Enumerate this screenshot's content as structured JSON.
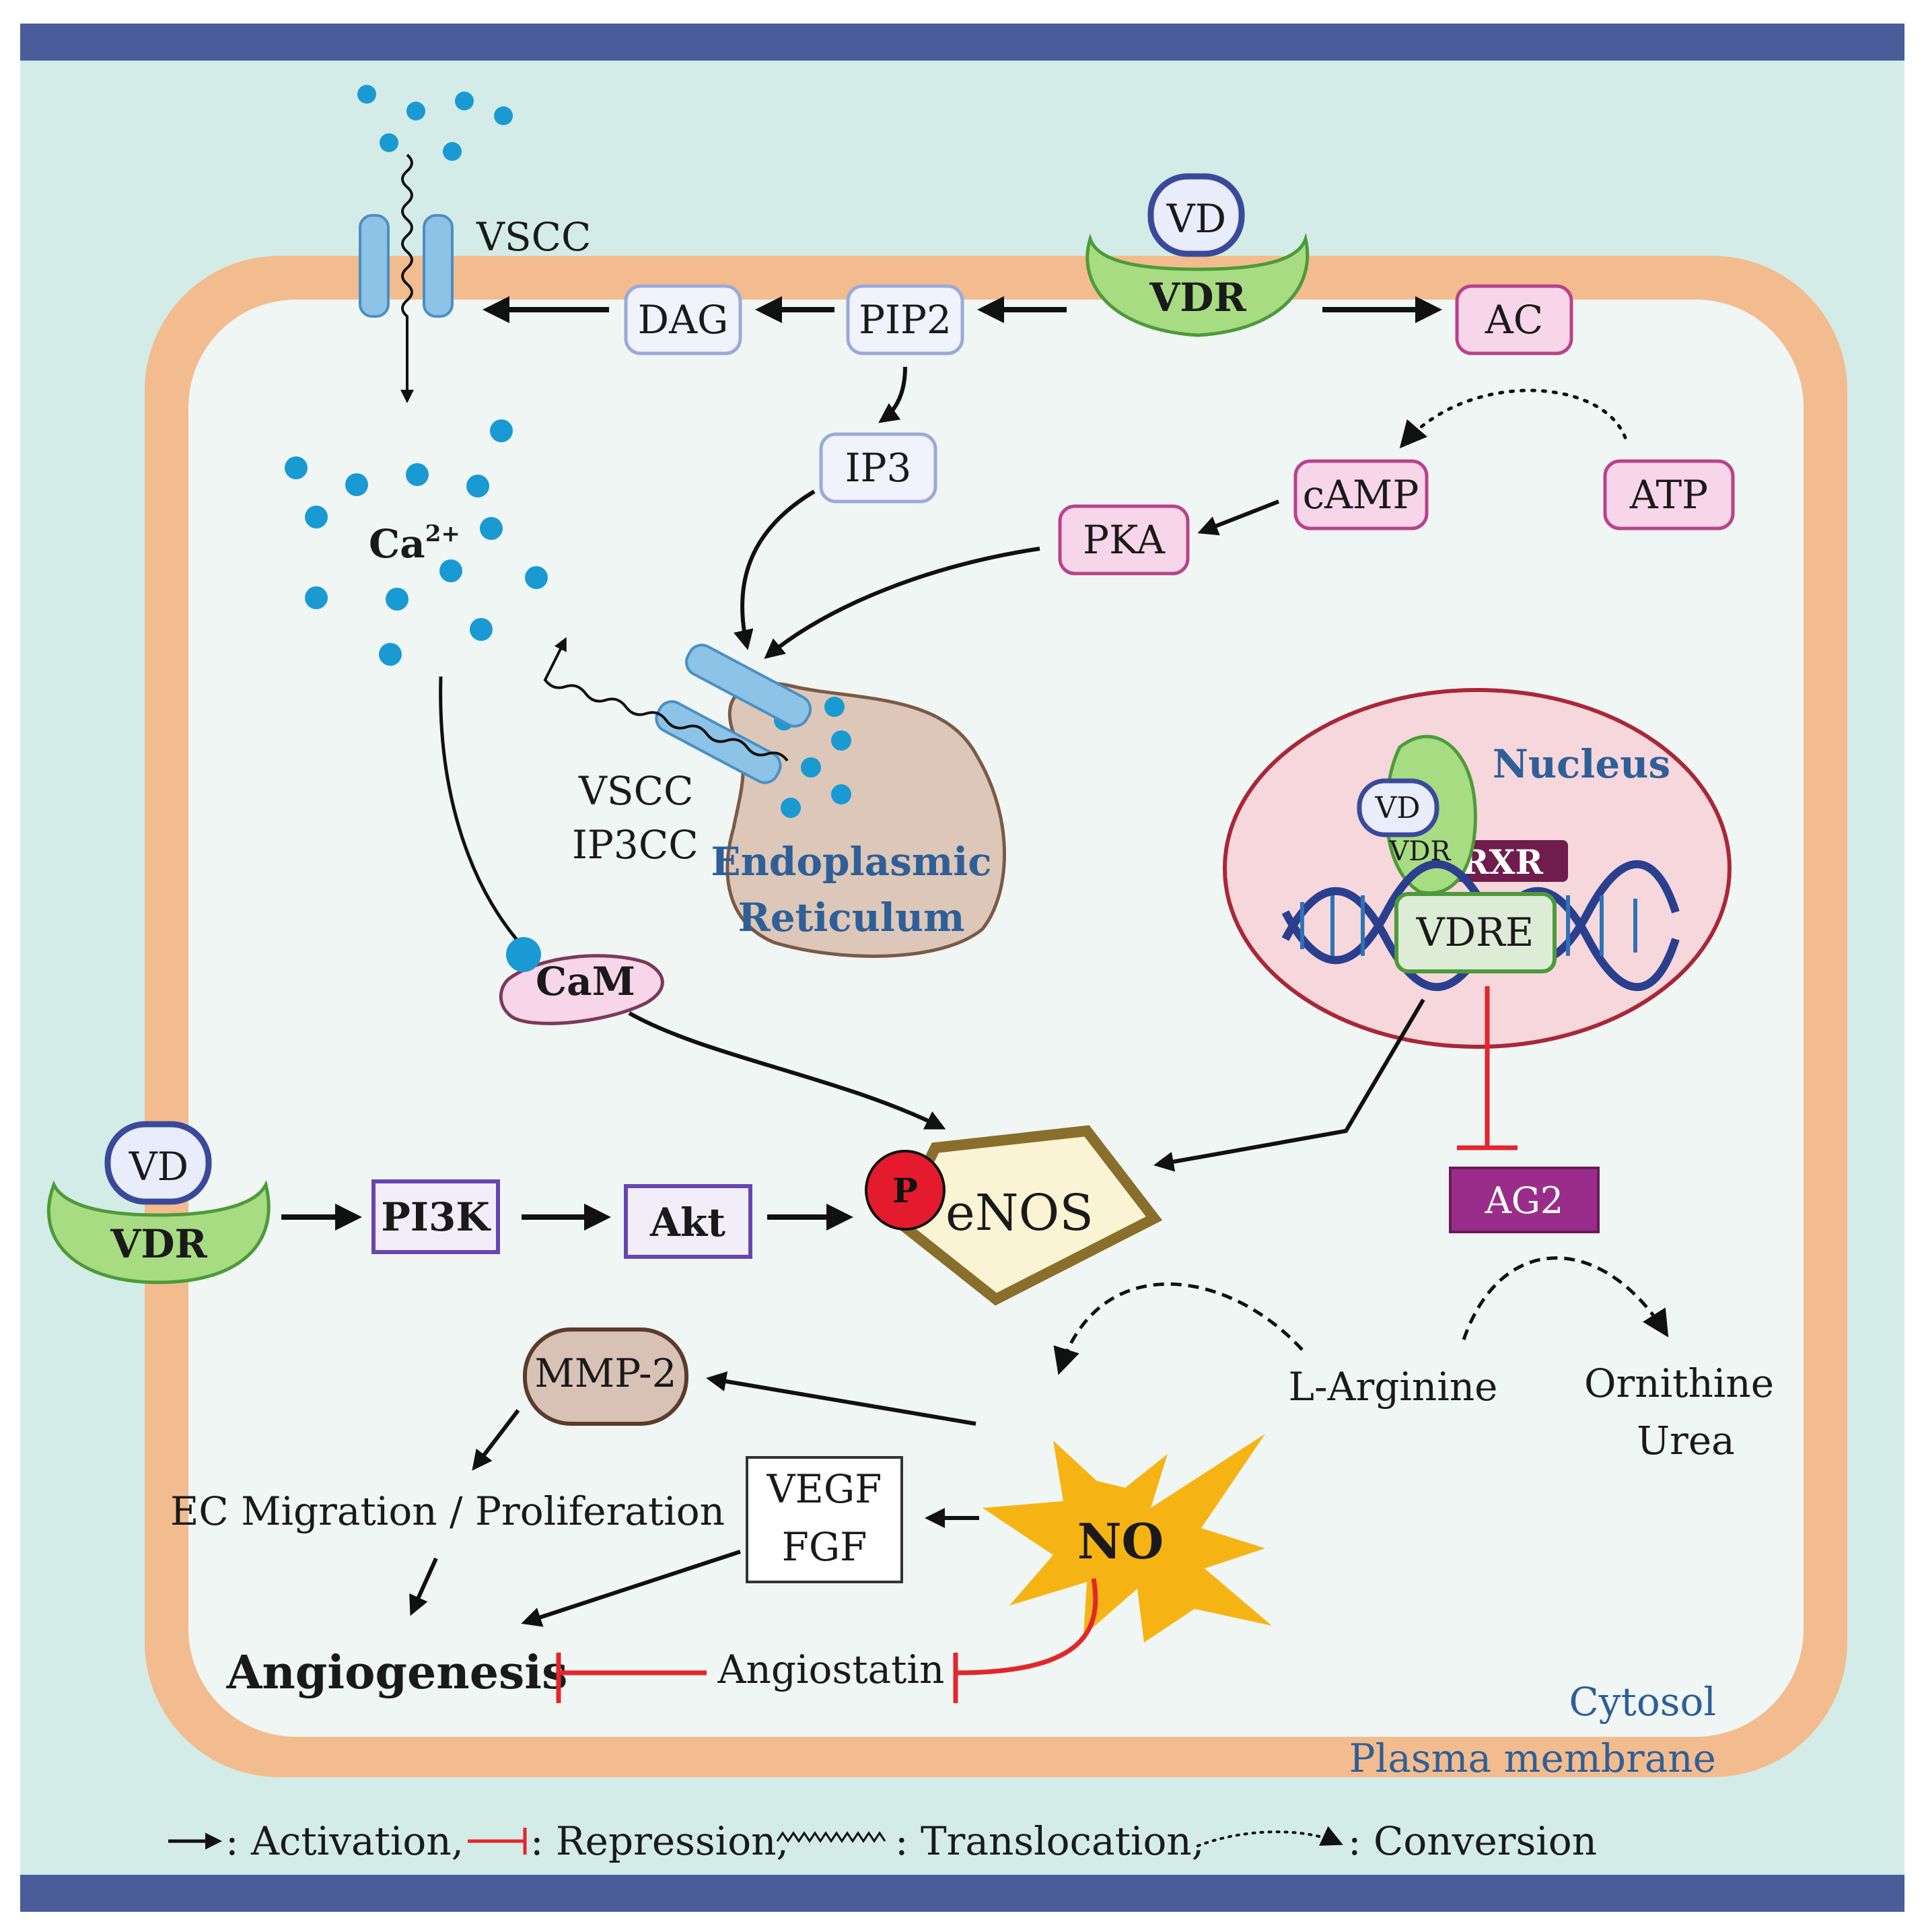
{
  "colors": {
    "band": "#4a5c9a",
    "extracellular": "#d3ece8",
    "cytosol": "#eff6f4",
    "membrane": "#f3bc8e",
    "calcium": "#1a9ad3",
    "vdr_green": "#a8dc82",
    "vd_fill": "#e9ecfa",
    "pink_box": "#f6d6e8",
    "pink_stroke": "#b9428a",
    "blue_box_stroke": "#9aaad8",
    "purple_stroke": "#6a45b0",
    "enos_fill": "#fbf4d4",
    "enos_stroke": "#8a6e2c",
    "p_red": "#e31b2c",
    "no_yellow": "#f6b414",
    "repress_red": "#e3262c",
    "nucleus_fill": "#f5d7dc",
    "nucleus_stroke": "#a92738",
    "rxr": "#6f1d4c",
    "ag2": "#9a2d8a",
    "er_fill": "#dcc7b8",
    "mmp_fill": "#d8c2b5",
    "text_blue": "#2f5f98"
  },
  "labels": {
    "vscc_top": "VSCC",
    "vd": "VD",
    "vdr": "VDR",
    "dag": "DAG",
    "pip2": "PIP2",
    "ip3": "IP3",
    "ac": "AC",
    "camp": "cAMP",
    "atp": "ATP",
    "pka": "PKA",
    "ca_main": "Ca",
    "ca_sup": "2+",
    "vscc_er": "VSCC",
    "ip3cc": "IP3CC",
    "er_line1": "Endoplasmic",
    "er_line2": "Reticulum",
    "nucleus": "Nucleus",
    "rxr": "RXR",
    "vdre": "VDRE",
    "cam": "CaM",
    "pi3k": "PI3K",
    "akt": "Akt",
    "p": "P",
    "enos": "eNOS",
    "ag2": "AG2",
    "mmp2": "MMP-2",
    "l_arginine": "L-Arginine",
    "ornithine": "Ornithine",
    "urea": "Urea",
    "ec_migration": "EC Migration / Proliferation",
    "vegf": "VEGF",
    "fgf": "FGF",
    "no": "NO",
    "angiogenesis": "Angiogenesis",
    "angiostatin": "Angiostatin",
    "cytosol": "Cytosol",
    "plasma_membrane": "Plasma membrane"
  },
  "legend": {
    "activation": ": Activation,",
    "repression": ": Repression,",
    "translocation": ": Translocation,",
    "conversion": ": Conversion"
  }
}
